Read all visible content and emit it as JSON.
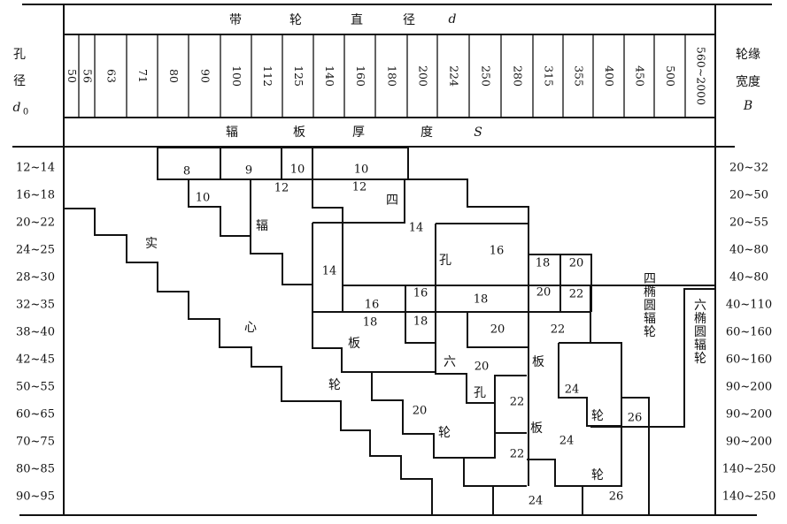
{
  "header": {
    "diameter_title": [
      "带",
      "轮",
      "直",
      "径"
    ],
    "diameter_symbol": "d",
    "thickness_title": [
      "辐",
      "板",
      "厚",
      "度"
    ],
    "thickness_symbol": "S",
    "bore_label": [
      "孔",
      "径"
    ],
    "bore_symbol": "d",
    "bore_subscript": "0",
    "rim_label": [
      "轮缘",
      "宽度"
    ],
    "rim_symbol": "B"
  },
  "diameters": [
    "50",
    "56",
    "63",
    "71",
    "80",
    "90",
    "100",
    "112",
    "125",
    "140",
    "160",
    "180",
    "200",
    "224",
    "250",
    "280",
    "315",
    "355",
    "400",
    "450",
    "500",
    "560~2000"
  ],
  "bore_rows": [
    "12~14",
    "16~18",
    "20~22",
    "24~25",
    "28~30",
    "32~35",
    "38~40",
    "42~45",
    "50~55",
    "60~65",
    "70~75",
    "80~85",
    "90~95"
  ],
  "rim_widths": [
    "20~32",
    "20~50",
    "20~55",
    "40~80",
    "40~80",
    "40~110",
    "60~160",
    "60~160",
    "90~200",
    "90~200",
    "90~200",
    "140~250",
    "140~250"
  ],
  "region_labels": {
    "solid": [
      "实",
      "心",
      "轮"
    ],
    "web": [
      "辐",
      "板"
    ],
    "four_hole": [
      "四",
      "孔"
    ],
    "six_hole": [
      "六",
      "孔",
      "轮"
    ],
    "web_wheel": [
      "板",
      "轮",
      "板",
      "轮"
    ],
    "four_ellipse": "四椭圆辐轮",
    "six_ellipse": "六椭圆辐轮"
  },
  "thickness_values": [
    "8",
    "9",
    "10",
    "10",
    "12",
    "12",
    "10",
    "14",
    "16",
    "18",
    "20",
    "14",
    "16",
    "16",
    "18",
    "20",
    "22",
    "18",
    "18",
    "20",
    "22",
    "20",
    "24",
    "22",
    "20",
    "26",
    "24",
    "22",
    "24",
    "26"
  ]
}
